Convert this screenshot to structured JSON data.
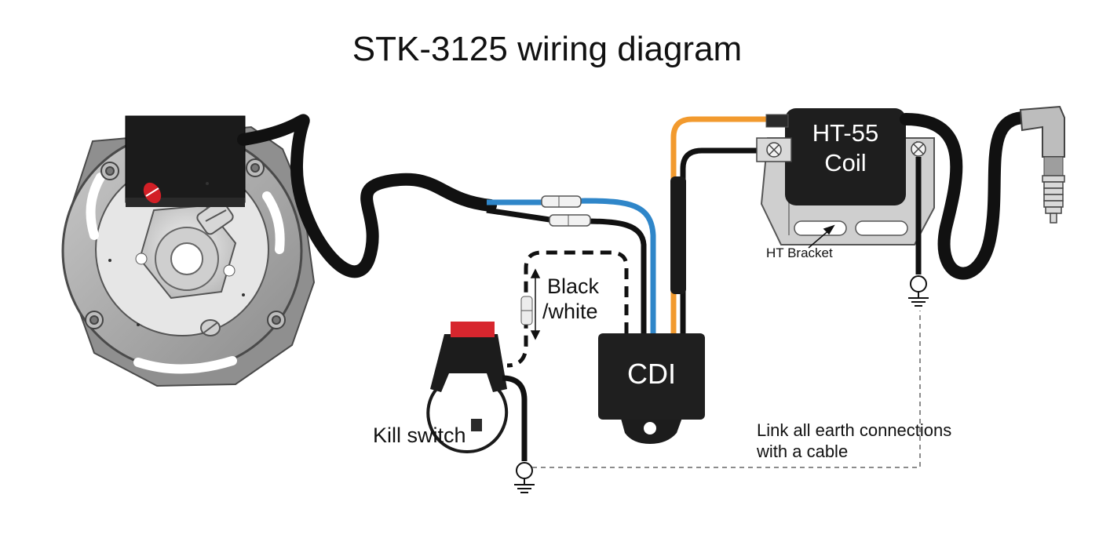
{
  "title": "STK-3125 wiring diagram",
  "labels": {
    "coil_name": "HT-55",
    "coil_sub": "Coil",
    "cdi": "CDI",
    "ht_bracket": "HT Bracket",
    "black_white_1": "Black",
    "black_white_2": "/white",
    "kill_switch": "Kill switch",
    "earth_note_1": "Link all earth connections",
    "earth_note_2": "with a cable"
  },
  "colors": {
    "cable_black": "#111111",
    "cable_blue": "#2f86c9",
    "cable_orange": "#f29a2e",
    "stator_grey": "#9a9a9a",
    "kill_button_red": "#d7262e",
    "ignition_mark_red": "#d21f26"
  }
}
